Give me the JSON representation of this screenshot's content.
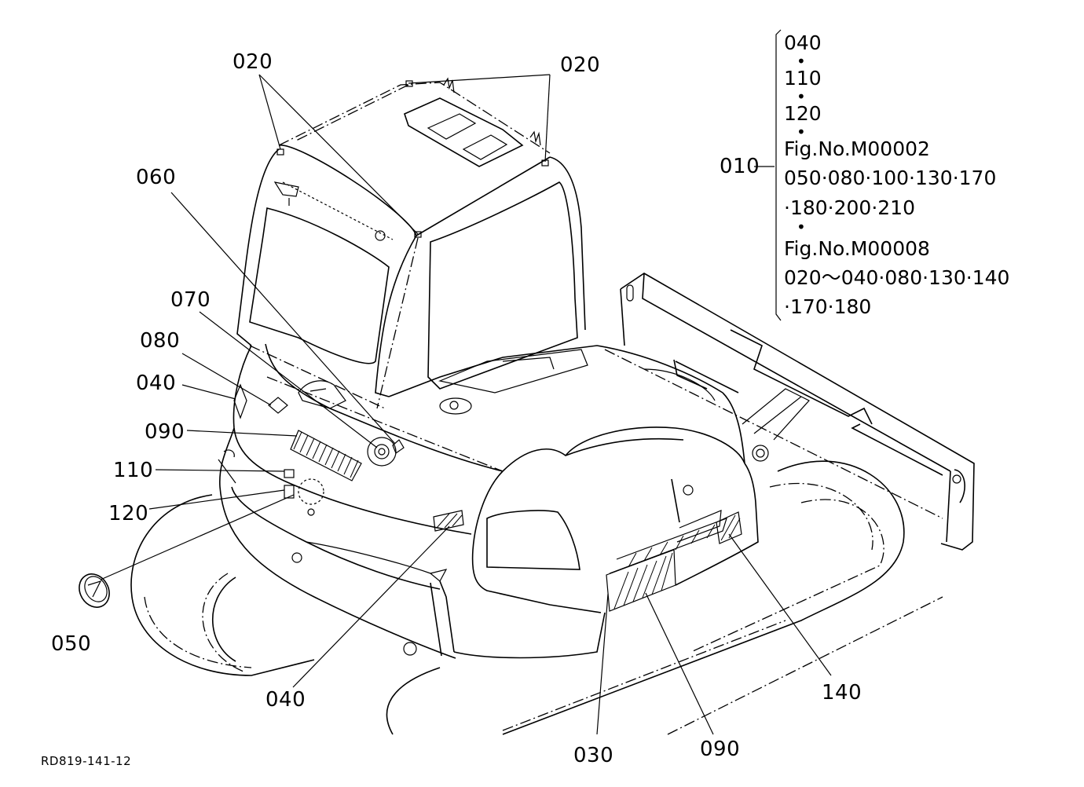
{
  "labels": {
    "l020a": "020",
    "l020b": "020",
    "l060": "060",
    "l070": "070",
    "l080": "080",
    "l040a": "040",
    "l090a": "090",
    "l110": "110",
    "l120": "120",
    "l050": "050",
    "l040b": "040",
    "l030": "030",
    "l090b": "090",
    "l140": "140",
    "l010": "010"
  },
  "side_list": {
    "line1": "040",
    "line2": "110",
    "line3": "120",
    "line4": "Fig.No.M00002",
    "line5": "050·080·100·130·170",
    "line6": "·180·200·210",
    "line7": "Fig.No.M00008",
    "line8": "020～040·080·130·140",
    "line9": "·170·180",
    "separator": "•"
  },
  "drawing_code": "RD819-141-12"
}
